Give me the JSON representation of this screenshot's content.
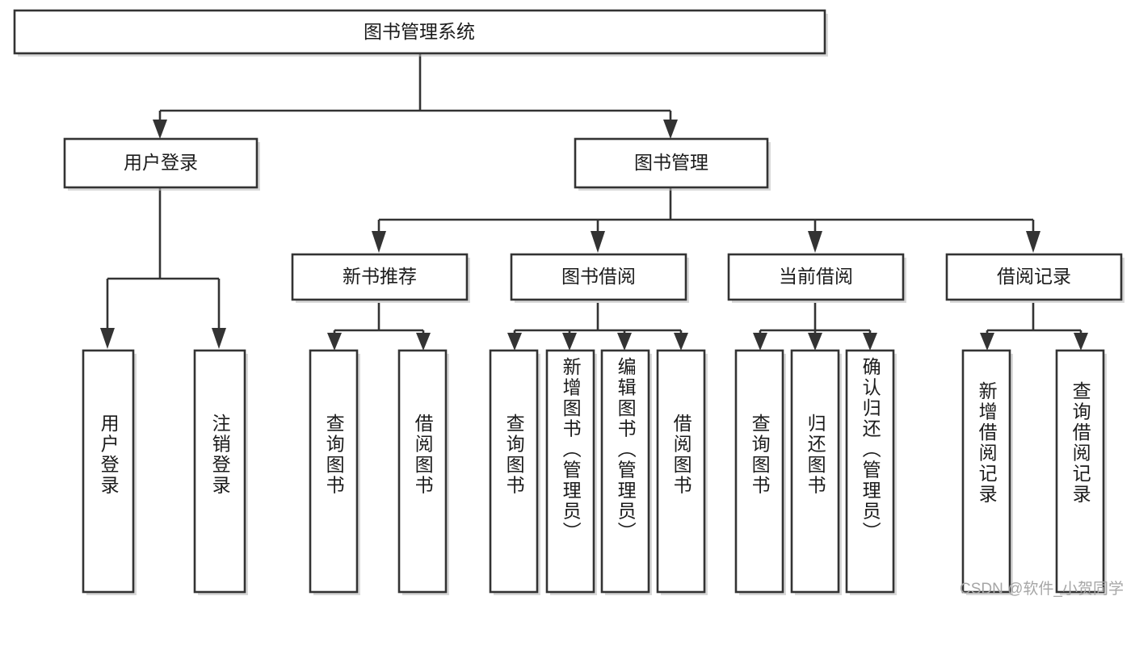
{
  "diagram": {
    "title": "图书管理系统",
    "type": "tree-hierarchy-flowchart",
    "background_color": "#ffffff",
    "box_stroke_color": "#333333",
    "box_fill_color": "#ffffff",
    "text_color": "#1b1b1b",
    "connector_color": "#333333"
  },
  "root": {
    "label": "图书管理系统"
  },
  "level2": [
    {
      "label": "用户登录"
    },
    {
      "label": "图书管理"
    }
  ],
  "level3": [
    {
      "label": "新书推荐"
    },
    {
      "label": "图书借阅"
    },
    {
      "label": "当前借阅"
    },
    {
      "label": "借阅记录"
    }
  ],
  "leaves": {
    "user_login": [
      {
        "label": "用户登录"
      },
      {
        "label": "注销登录"
      }
    ],
    "new_book_recommend": [
      {
        "label": "查询图书"
      },
      {
        "label": "借阅图书"
      }
    ],
    "book_borrow": [
      {
        "label": "查询图书"
      },
      {
        "label": "新增图书（管理员）"
      },
      {
        "label": "编辑图书（管理员）"
      },
      {
        "label": "借阅图书"
      }
    ],
    "current_borrow": [
      {
        "label": "查询图书"
      },
      {
        "label": "归还图书"
      },
      {
        "label": "确认归还（管理员）"
      }
    ],
    "borrow_records": [
      {
        "label": "新增借阅记录"
      },
      {
        "label": "查询借阅记录"
      }
    ]
  },
  "watermark": {
    "text": "CSDN @软件_小贺同学"
  }
}
